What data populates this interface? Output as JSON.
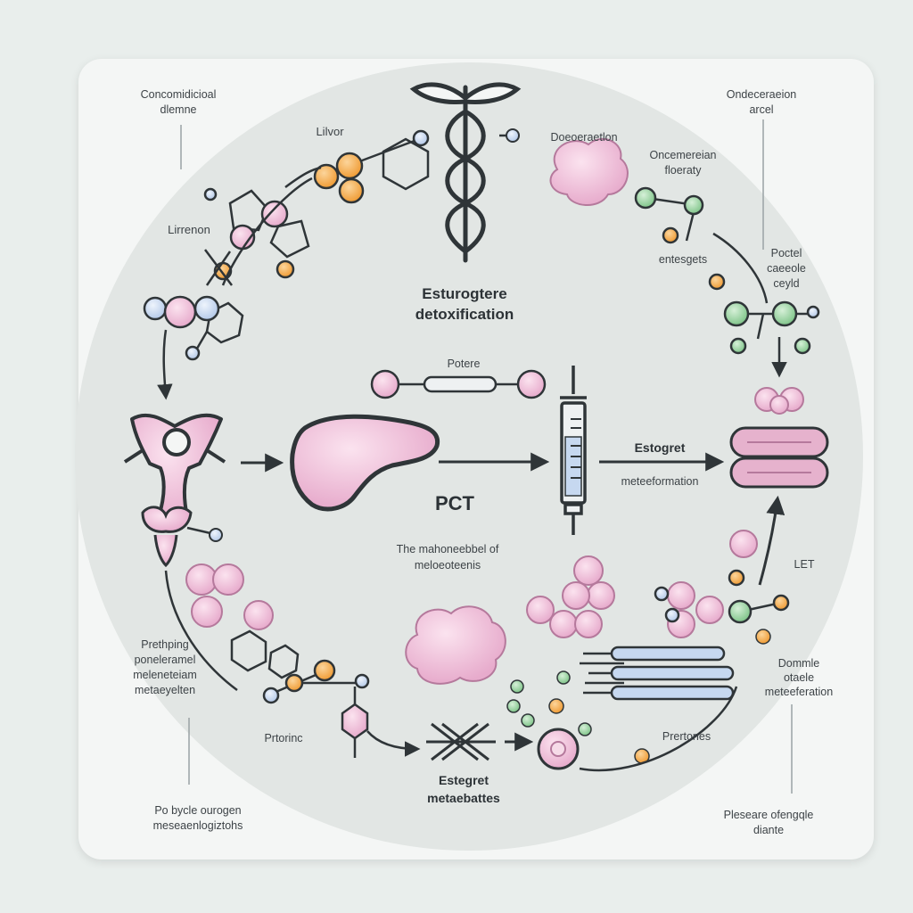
{
  "labels": {
    "corner_top_left": [
      "Concomidicioal",
      "dlemne"
    ],
    "corner_top_right": [
      "Ondeceraeion",
      "arcel"
    ],
    "corner_bottom_left": [
      "Po bycle ourogen",
      "meseaenlogiztohs"
    ],
    "corner_bottom_right": [
      "Pleseare ofengqle",
      "diante"
    ],
    "liver_top": "Lilvor",
    "left_top": "Lirrenon",
    "center_title": [
      "Esturogtere",
      "detoxification"
    ],
    "top_right_a": "Doeoeraetlon",
    "top_right_b": [
      "Oncemereian",
      "floeraty"
    ],
    "right_c": "entesgets",
    "right_d": [
      "Poctel",
      "caeeole",
      "ceyld"
    ],
    "potere": "Potere",
    "estogret_arrow": "Estogret",
    "metaeformation": "meteeformation",
    "pct": "PCT",
    "mid_caption": [
      "The mahoneebbel of",
      "meloeoteenis"
    ],
    "let": "LET",
    "left_bottom": [
      "Prethping",
      "poneleramel",
      "meleneteiam",
      "metaeyelten"
    ],
    "prtorinc": "Prtorinc",
    "bottom_center": [
      "Estegret",
      "metaebattes"
    ],
    "protones": "Prertones",
    "right_bottom": [
      "Dommle",
      "otaele",
      "meteeferation"
    ]
  },
  "colors": {
    "pink": "#f0c6dc",
    "pink_stroke": "#b5799c",
    "orange": "#f4a544",
    "green": "#8fcf97",
    "blue": "#c6d8f0",
    "outline": "#2f3538",
    "circle_bg": "#e2e6e4"
  }
}
